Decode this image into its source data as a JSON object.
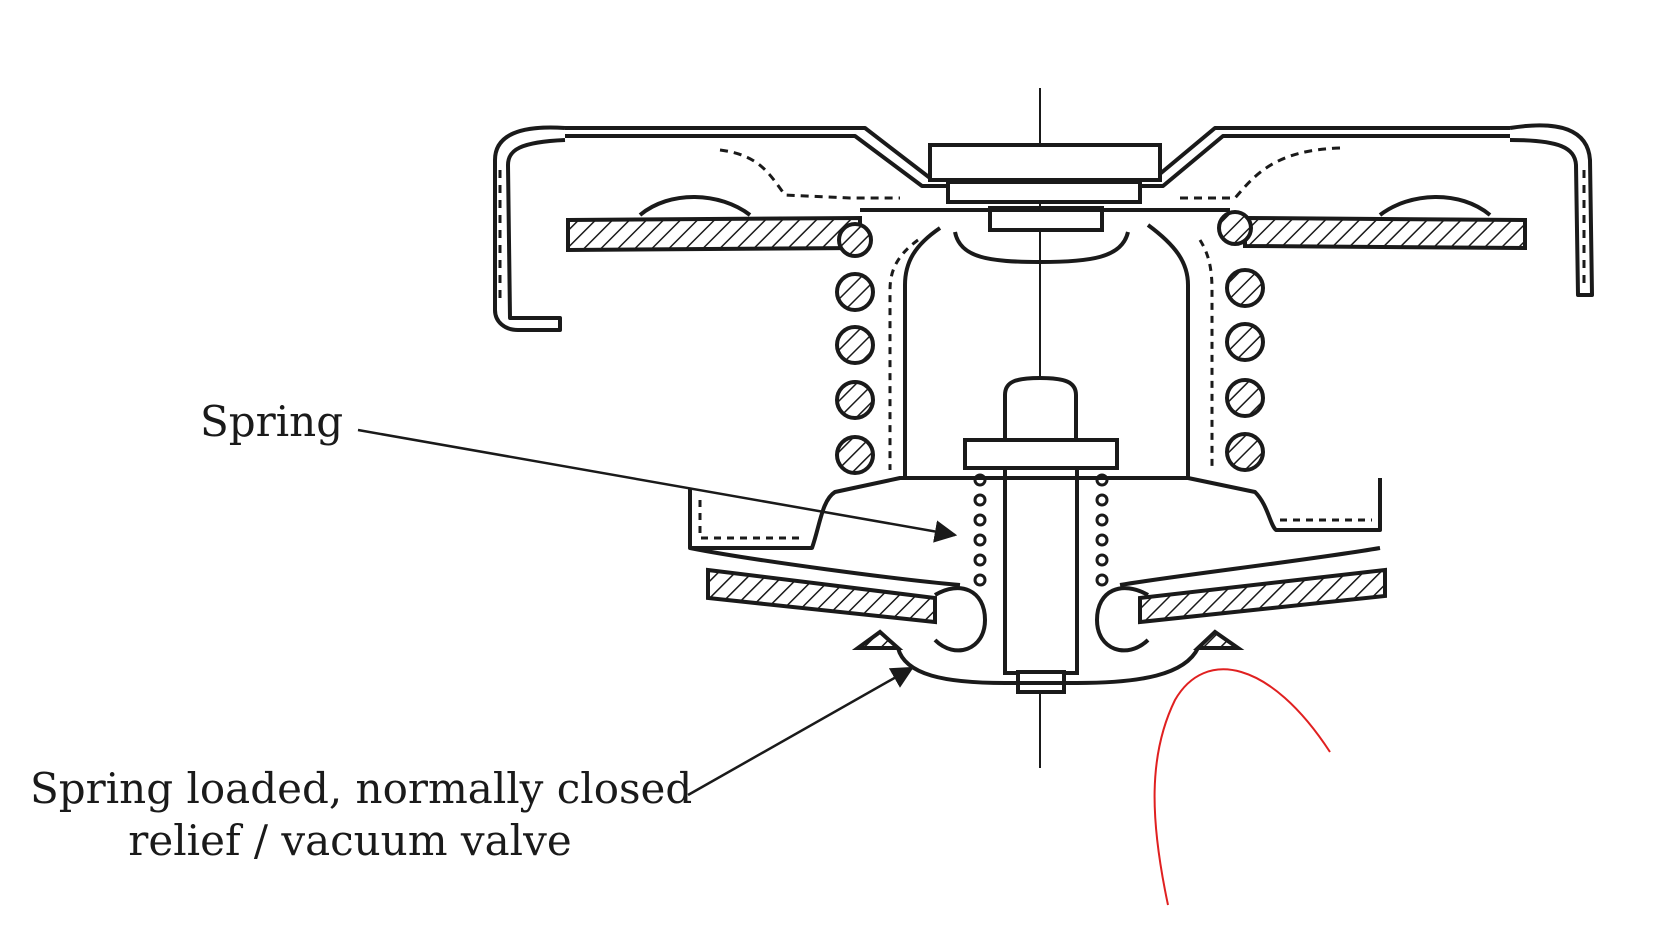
{
  "labels": {
    "spring": "Spring",
    "valve_line1": "Spring loaded, normally closed",
    "valve_line2": "relief / vacuum valve"
  },
  "colors": {
    "ink": "#1a1a1a",
    "annotation": "#e02020",
    "background": "#ffffff"
  }
}
